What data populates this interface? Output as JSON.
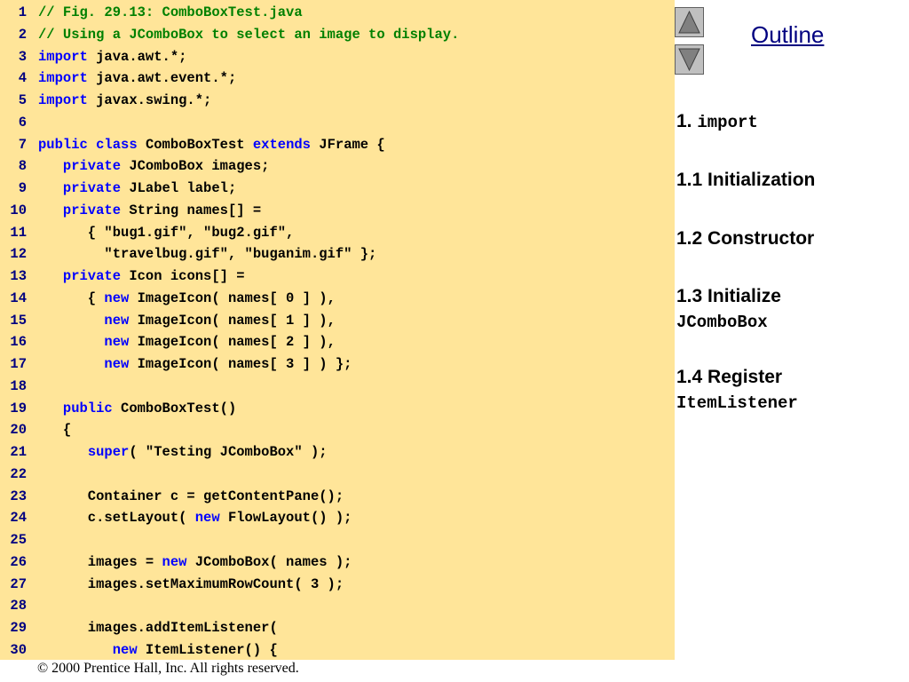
{
  "slide": {
    "nav": {
      "up_icon": "triangle-up-icon",
      "down_icon": "triangle-down-icon"
    },
    "outline": {
      "title": "Outline",
      "items": [
        {
          "label": "1. ",
          "code": "import"
        },
        {
          "label": "1.1 Initialization",
          "code": ""
        },
        {
          "label": "1.2 Constructor",
          "code": ""
        },
        {
          "label": "1.3 Initialize",
          "code": "JComboBox"
        },
        {
          "label": "1.4 Register",
          "code": "ItemListener"
        }
      ]
    },
    "footer": "© 2000 Prentice Hall, Inc.  All rights reserved.",
    "colors": {
      "code_bg": "#FFE599",
      "comment": "#008000",
      "keyword": "#0000FF",
      "line_number": "#000080",
      "outline_link": "#000080"
    },
    "code": [
      {
        "n": "1",
        "tokens": [
          [
            "c",
            "// Fig. 29.13: ComboBoxTest.java"
          ]
        ]
      },
      {
        "n": "2",
        "tokens": [
          [
            "c",
            "// Using a JComboBox to select an image to display."
          ]
        ]
      },
      {
        "n": "3",
        "tokens": [
          [
            "k",
            "import"
          ],
          [
            "n",
            " java.awt.*;"
          ]
        ]
      },
      {
        "n": "4",
        "tokens": [
          [
            "k",
            "import"
          ],
          [
            "n",
            " java.awt.event.*;"
          ]
        ]
      },
      {
        "n": "5",
        "tokens": [
          [
            "k",
            "import"
          ],
          [
            "n",
            " javax.swing.*;"
          ]
        ]
      },
      {
        "n": "6",
        "tokens": []
      },
      {
        "n": "7",
        "tokens": [
          [
            "k",
            "public"
          ],
          [
            "n",
            " "
          ],
          [
            "k",
            "class"
          ],
          [
            "n",
            " ComboBoxTest "
          ],
          [
            "k",
            "extends"
          ],
          [
            "n",
            " JFrame {"
          ]
        ]
      },
      {
        "n": "8",
        "tokens": [
          [
            "n",
            "   "
          ],
          [
            "k",
            "private"
          ],
          [
            "n",
            " JComboBox images;"
          ]
        ]
      },
      {
        "n": "9",
        "tokens": [
          [
            "n",
            "   "
          ],
          [
            "k",
            "private"
          ],
          [
            "n",
            " JLabel label;"
          ]
        ]
      },
      {
        "n": "10",
        "tokens": [
          [
            "n",
            "   "
          ],
          [
            "k",
            "private"
          ],
          [
            "n",
            " String names[] ="
          ]
        ]
      },
      {
        "n": "11",
        "tokens": [
          [
            "n",
            "      { \"bug1.gif\", \"bug2.gif\","
          ]
        ]
      },
      {
        "n": "12",
        "tokens": [
          [
            "n",
            "        \"travelbug.gif\", \"buganim.gif\" };"
          ]
        ]
      },
      {
        "n": "13",
        "tokens": [
          [
            "n",
            "   "
          ],
          [
            "k",
            "private"
          ],
          [
            "n",
            " Icon icons[] ="
          ]
        ]
      },
      {
        "n": "14",
        "tokens": [
          [
            "n",
            "      { "
          ],
          [
            "k",
            "new"
          ],
          [
            "n",
            " ImageIcon( names[ 0 ] ),"
          ]
        ]
      },
      {
        "n": "15",
        "tokens": [
          [
            "n",
            "        "
          ],
          [
            "k",
            "new"
          ],
          [
            "n",
            " ImageIcon( names[ 1 ] ),"
          ]
        ]
      },
      {
        "n": "16",
        "tokens": [
          [
            "n",
            "        "
          ],
          [
            "k",
            "new"
          ],
          [
            "n",
            " ImageIcon( names[ 2 ] ),"
          ]
        ]
      },
      {
        "n": "17",
        "tokens": [
          [
            "n",
            "        "
          ],
          [
            "k",
            "new"
          ],
          [
            "n",
            " ImageIcon( names[ 3 ] ) };"
          ]
        ]
      },
      {
        "n": "18",
        "tokens": []
      },
      {
        "n": "19",
        "tokens": [
          [
            "n",
            "   "
          ],
          [
            "k",
            "public"
          ],
          [
            "n",
            " ComboBoxTest()"
          ]
        ]
      },
      {
        "n": "20",
        "tokens": [
          [
            "n",
            "   {"
          ]
        ]
      },
      {
        "n": "21",
        "tokens": [
          [
            "n",
            "      "
          ],
          [
            "k",
            "super"
          ],
          [
            "n",
            "( \"Testing JComboBox\" );"
          ]
        ]
      },
      {
        "n": "22",
        "tokens": []
      },
      {
        "n": "23",
        "tokens": [
          [
            "n",
            "      Container c = getContentPane();"
          ]
        ]
      },
      {
        "n": "24",
        "tokens": [
          [
            "n",
            "      c.setLayout( "
          ],
          [
            "k",
            "new"
          ],
          [
            "n",
            " FlowLayout() );"
          ]
        ]
      },
      {
        "n": "25",
        "tokens": []
      },
      {
        "n": "26",
        "tokens": [
          [
            "n",
            "      images = "
          ],
          [
            "k",
            "new"
          ],
          [
            "n",
            " JComboBox( names );"
          ]
        ]
      },
      {
        "n": "27",
        "tokens": [
          [
            "n",
            "      images.setMaximumRowCount( 3 );"
          ]
        ]
      },
      {
        "n": "28",
        "tokens": []
      },
      {
        "n": "29",
        "tokens": [
          [
            "n",
            "      images.addItemListener("
          ]
        ]
      },
      {
        "n": "30",
        "tokens": [
          [
            "n",
            "         "
          ],
          [
            "k",
            "new"
          ],
          [
            "n",
            " ItemListener() {"
          ]
        ]
      }
    ]
  }
}
